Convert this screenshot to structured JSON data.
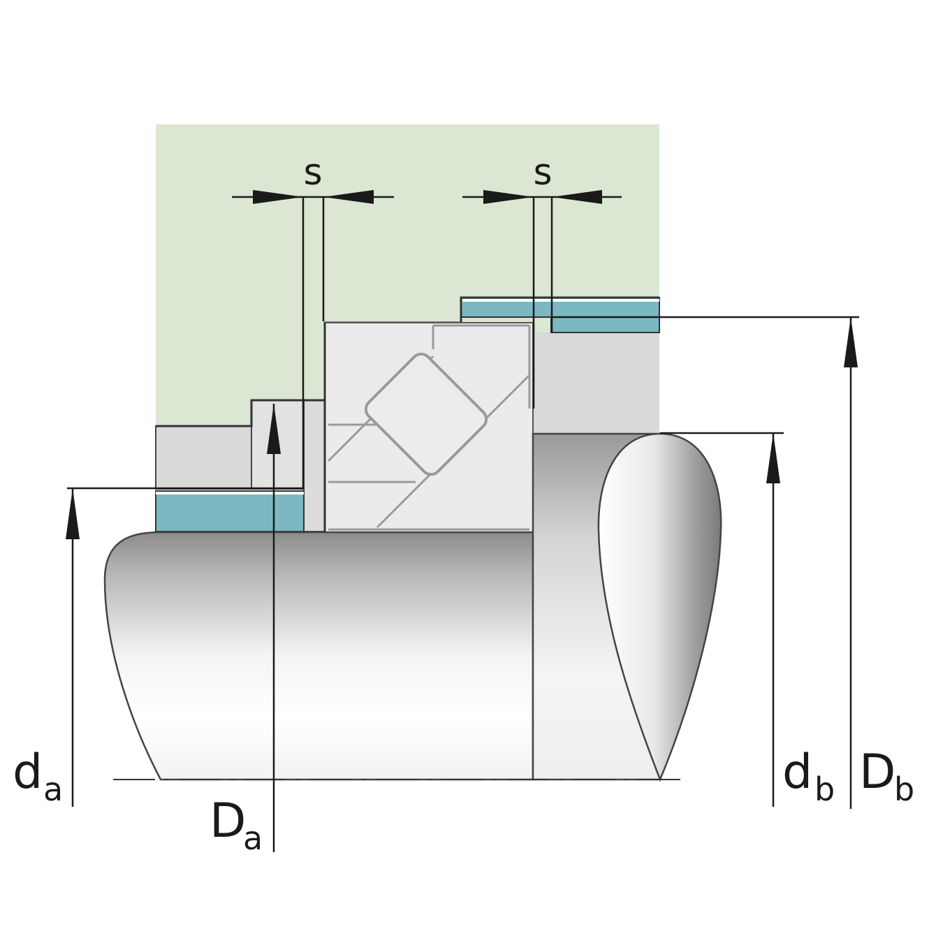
{
  "colors": {
    "housing": "#dbe7d2",
    "housing_face": "#d9d9d9",
    "ring": "#ebebeb",
    "sleeve": "#7bb8c2",
    "line": "#1a1a1a"
  },
  "labels": {
    "s_left": "s",
    "s_right": "s",
    "da_main": "d",
    "da_sub": "a",
    "Da_main": "D",
    "Da_sub": "a",
    "db_main": "d",
    "db_sub": "b",
    "Db_main": "D",
    "Db_sub": "b"
  },
  "icons": [
    "arrow-up-icon",
    "arrow-right-icon",
    "arrow-left-icon"
  ]
}
